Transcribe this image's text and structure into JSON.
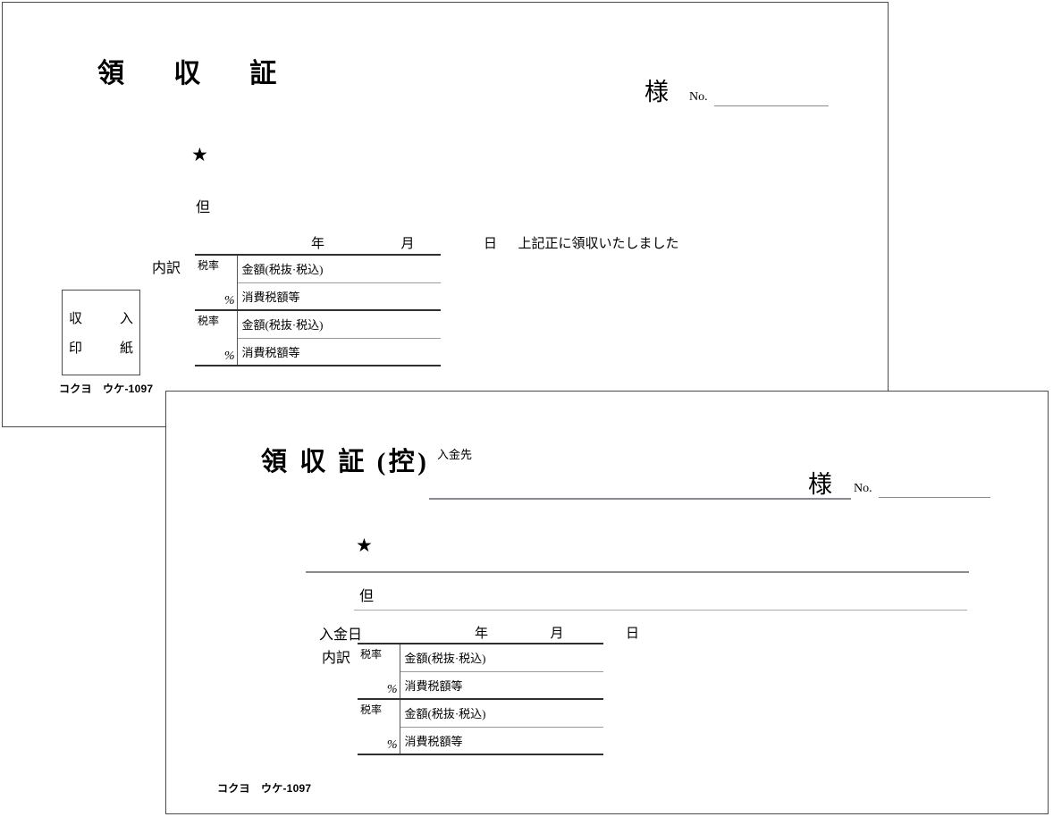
{
  "sheet_receipt": {
    "title": "領　収　証",
    "sama_label": "様",
    "no_label": "No.",
    "star": "★",
    "tadashi_label": "但",
    "date_year": "年",
    "date_month": "月",
    "date_day": "日",
    "ack_text": "上記正に領収いたしました",
    "stamp_line1": "収　入",
    "stamp_line2": "印　紙",
    "brand": "コクヨ　ウケ-1097",
    "breakdown_label": "内訳",
    "rows": [
      {
        "rate_label": "税率",
        "percent": "%",
        "amount_label": "金額(税抜·税込)",
        "tax_label": "消費税額等"
      },
      {
        "rate_label": "税率",
        "percent": "%",
        "amount_label": "金額(税抜·税込)",
        "tax_label": "消費税額等"
      }
    ]
  },
  "sheet_copy": {
    "title": "領 収 証 (控)",
    "payer_label": "入金先",
    "sama_label": "様",
    "no_label": "No.",
    "star": "★",
    "tadashi_label": "但",
    "payment_date_label": "入金日",
    "date_year": "年",
    "date_month": "月",
    "date_day": "日",
    "brand": "コクヨ　ウケ-1097",
    "breakdown_label": "内訳",
    "rows": [
      {
        "rate_label": "税率",
        "percent": "%",
        "amount_label": "金額(税抜·税込)",
        "tax_label": "消費税額等"
      },
      {
        "rate_label": "税率",
        "percent": "%",
        "amount_label": "金額(税抜·税込)",
        "tax_label": "消費税額等"
      }
    ]
  },
  "colors": {
    "paper": "#ffffff",
    "edge": "#4a4a4a",
    "rule": "#8a8a92",
    "rule_dark": "#2e2e33",
    "ink": "#000000"
  }
}
